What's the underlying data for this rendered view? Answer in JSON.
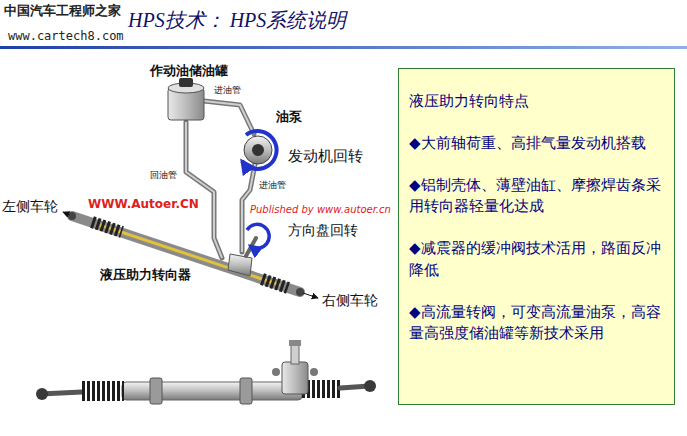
{
  "diagram": {
    "title": "HPS技术： HPS系统说明",
    "nodes": [
      {
        "text": [
          "液压助力转向特点",
          "◆大前轴荷重、高排气量发动机搭载",
          "◆铝制壳体、薄壁油缸、摩擦焊齿条采用转向器轻量化达成",
          "◆减震器的缓冲阀技术活用，路面反冲降低",
          "◆高流量转阀，可变高流量油泵，高容量高强度储油罐等新技术采用"
        ]
      }
    ],
    "labels": [
      "中国汽车工程师之家",
      "www.cartech8.com",
      "作动油储油罐",
      "进油管",
      "油泵",
      "发动机回转",
      "回油管",
      "进油管",
      "左侧车轮",
      "WWW.Autoer.CN",
      "Published by www.autoer.cn",
      "方向盘回转",
      "液压助力转向器",
      "右侧车轮"
    ]
  }
}
